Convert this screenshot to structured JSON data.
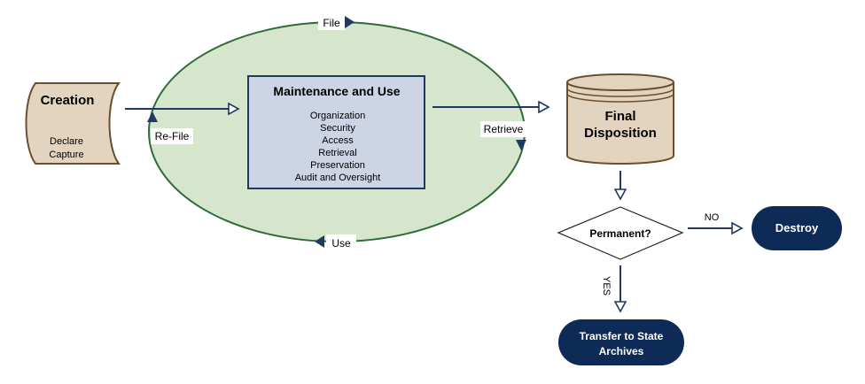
{
  "colors": {
    "navy": "#1f3864",
    "dark_navy": "#0e2a57",
    "ellipse_fill": "#d6e6cc",
    "ellipse_stroke": "#2f6b38",
    "box_fill": "#cdd4e4",
    "box_stroke": "#1f3864",
    "tan_fill": "#e3d4bf",
    "tan_stroke": "#6b4e2e",
    "white": "#ffffff",
    "black": "#000000"
  },
  "creation": {
    "title": "Creation",
    "line1": "Declare",
    "line2": "Capture"
  },
  "maintenance": {
    "title": "Maintenance and Use",
    "items": [
      "Organization",
      "Security",
      "Access",
      "Retrieval",
      "Preservation",
      "Audit and Oversight"
    ]
  },
  "cycle_labels": {
    "file": "File",
    "refile": "Re-File",
    "retrieve": "Retrieve",
    "use": "Use"
  },
  "final": {
    "line1": "Final",
    "line2": "Disposition"
  },
  "decision": {
    "label": "Permanent?",
    "no": "NO",
    "yes": "YES"
  },
  "destroy": {
    "label": "Destroy"
  },
  "transfer": {
    "line1": "Transfer to State",
    "line2": "Archives"
  }
}
